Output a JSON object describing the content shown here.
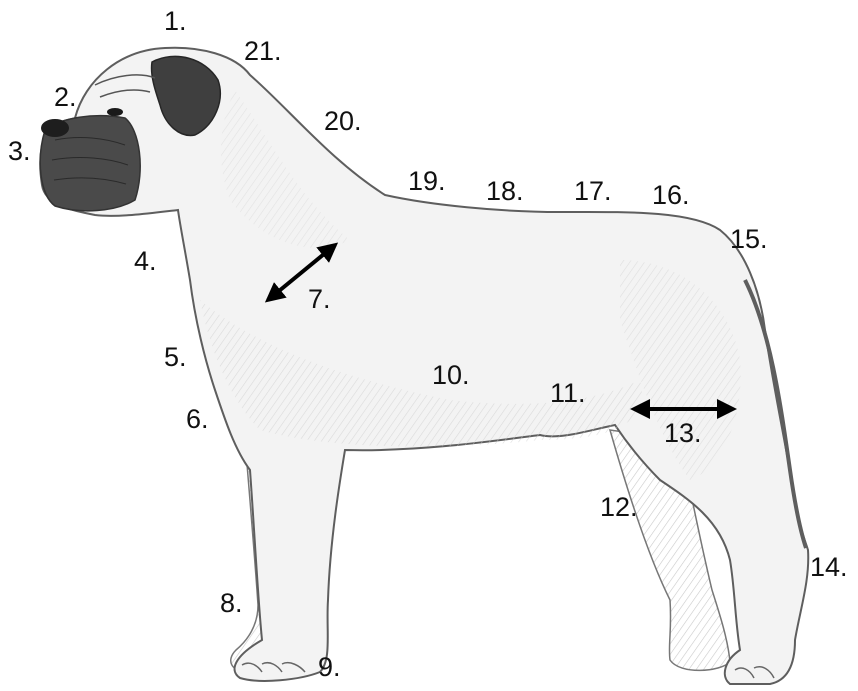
{
  "diagram": {
    "colors": {
      "pencil": "#6b6b6b",
      "shade": "#b9b9b9",
      "dark": "#3a3a3a",
      "label": "#111111",
      "arrow": "#000000"
    },
    "labels": {
      "l1": "1.",
      "l2": "2.",
      "l3": "3.",
      "l4": "4.",
      "l5": "5.",
      "l6": "6.",
      "l7": "7.",
      "l8": "8.",
      "l9": "9.",
      "l10": "10.",
      "l11": "11.",
      "l12": "12.",
      "l13": "13.",
      "l14": "14.",
      "l15": "15.",
      "l16": "16.",
      "l17": "17.",
      "l18": "18.",
      "l19": "19.",
      "l20": "20.",
      "l21": "21."
    },
    "arrows": [
      "shoulder-arrow",
      "thigh-arrow"
    ]
  }
}
